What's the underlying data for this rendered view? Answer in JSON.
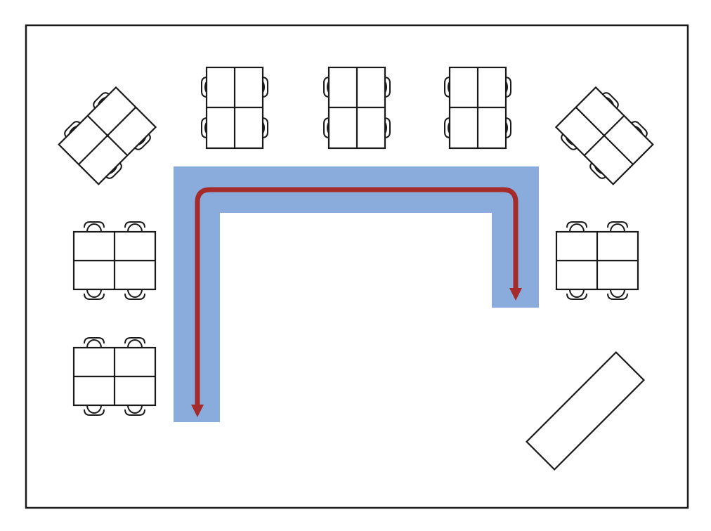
{
  "diagram": {
    "type": "classroom-floor-plan",
    "colors": {
      "background": "#ffffff",
      "outline": "#1a1a1a",
      "walkway": "#8aacdc",
      "path_arrow": "#a52a2a"
    },
    "desk_clusters": [
      {
        "id": "top-left-diagonal",
        "seats": 4,
        "orientation": "rotated-45"
      },
      {
        "id": "top-1",
        "seats": 4,
        "orientation": "upright"
      },
      {
        "id": "top-2",
        "seats": 4,
        "orientation": "upright"
      },
      {
        "id": "top-3",
        "seats": 4,
        "orientation": "upright"
      },
      {
        "id": "top-right-diagonal",
        "seats": 4,
        "orientation": "rotated-minus-45"
      },
      {
        "id": "left-upper",
        "seats": 4,
        "orientation": "horizontal"
      },
      {
        "id": "left-lower",
        "seats": 4,
        "orientation": "horizontal"
      },
      {
        "id": "right-middle",
        "seats": 4,
        "orientation": "horizontal"
      }
    ],
    "teacher_desk": {
      "orientation": "diagonal"
    },
    "walkway": {
      "shape": "inverted-U"
    },
    "path": {
      "direction": "left-to-right",
      "arrowheads": 2
    }
  }
}
